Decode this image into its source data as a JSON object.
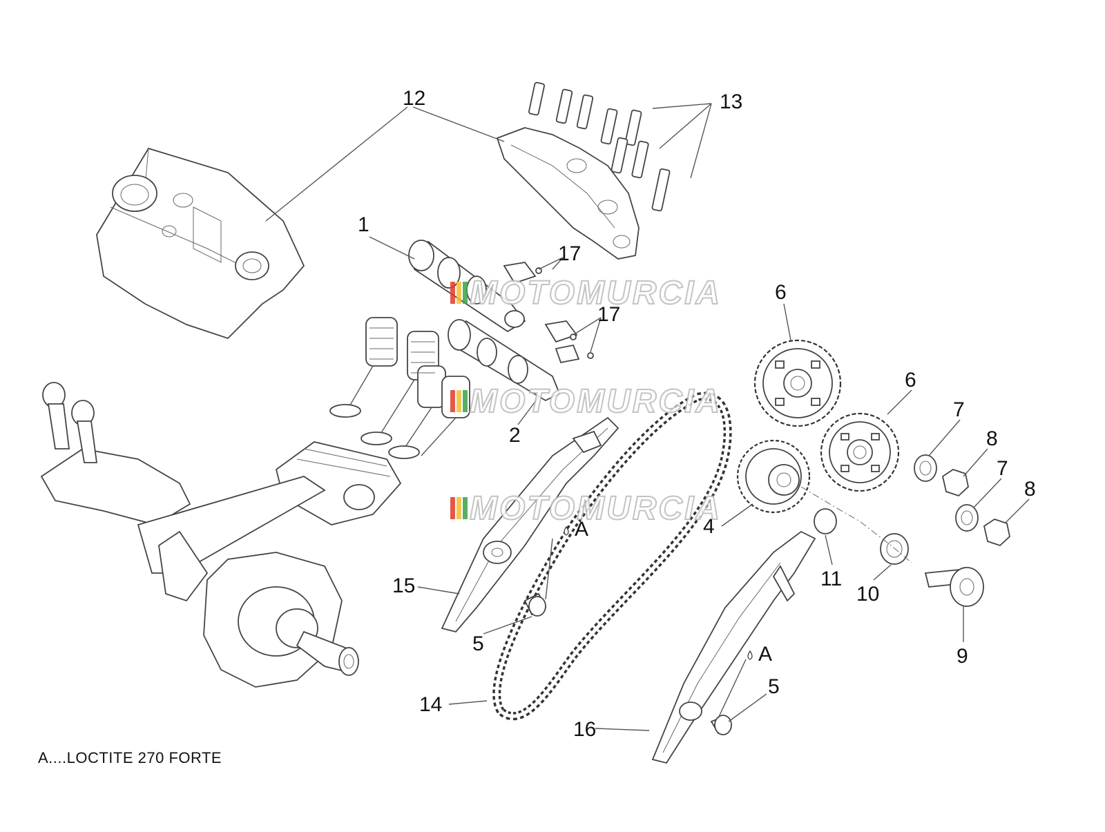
{
  "callouts": {
    "c1": "1",
    "c2": "2",
    "c4": "4",
    "c5a": "5",
    "c5b": "5",
    "c6a": "6",
    "c6b": "6",
    "c7a": "7",
    "c7b": "7",
    "c8a": "8",
    "c8b": "8",
    "c9": "9",
    "c10": "10",
    "c11": "11",
    "c12": "12",
    "c13": "13",
    "c14": "14",
    "c15": "15",
    "c16": "16",
    "c17a": "17",
    "c17b": "17",
    "cA1": "A",
    "cA2": "A"
  },
  "legend_note": "A....LOCTITE 270 FORTE",
  "watermark": {
    "text": "MOTOMURCIA",
    "stripe_colors": [
      "#e03a2f",
      "#f2c12e",
      "#3aa34a"
    ]
  }
}
